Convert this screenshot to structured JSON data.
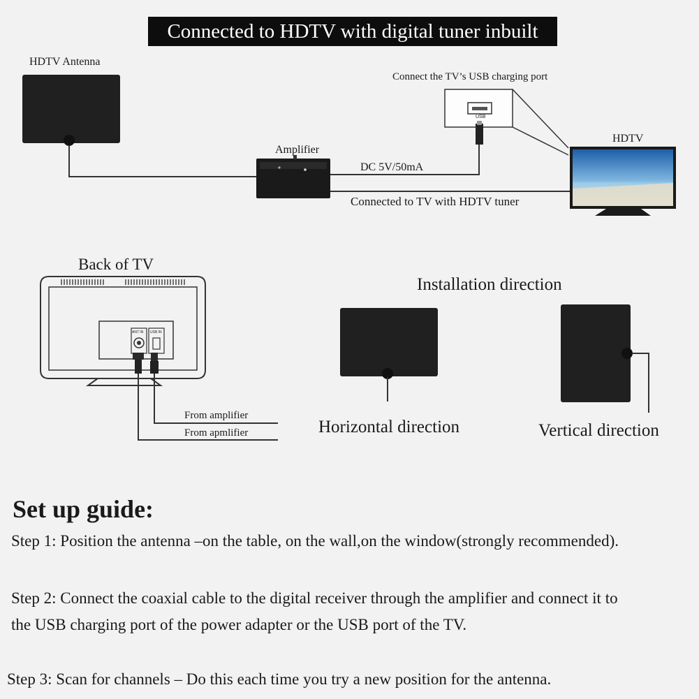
{
  "title": "Connected to HDTV with digital tuner inbuilt",
  "top_diagram": {
    "antenna_label": "HDTV Antenna",
    "usb_label": "Connect the TV’s USB charging port",
    "usb_port_text": "USB",
    "amplifier_label": "Amplifier",
    "dc_label": "DC 5V/50mA",
    "hdtv_label": "HDTV",
    "tv_connection_label": "Connected to TV with HDTV tuner"
  },
  "back_of_tv": {
    "title": "Back of TV",
    "ant_in": "ANT IN",
    "usb_in": "USB IN",
    "from_amplifier_1": "From amplifier",
    "from_amplifier_2": "From apmlifier"
  },
  "installation": {
    "title": "Installation direction",
    "horizontal": "Horizontal direction",
    "vertical": "Vertical direction"
  },
  "guide": {
    "heading": "Set up guide:",
    "step1": "Step 1: Position the antenna –on the table, on the wall,on the window(strongly recommended).",
    "step2_line1": "Step 2: Connect the coaxial cable to the digital receiver through the amplifier and connect it to",
    "step2_line2": "the USB charging port of the power adapter or the USB port of the TV.",
    "step3": "Step 3: Scan for channels – Do this each time you try a new position for the antenna."
  }
}
